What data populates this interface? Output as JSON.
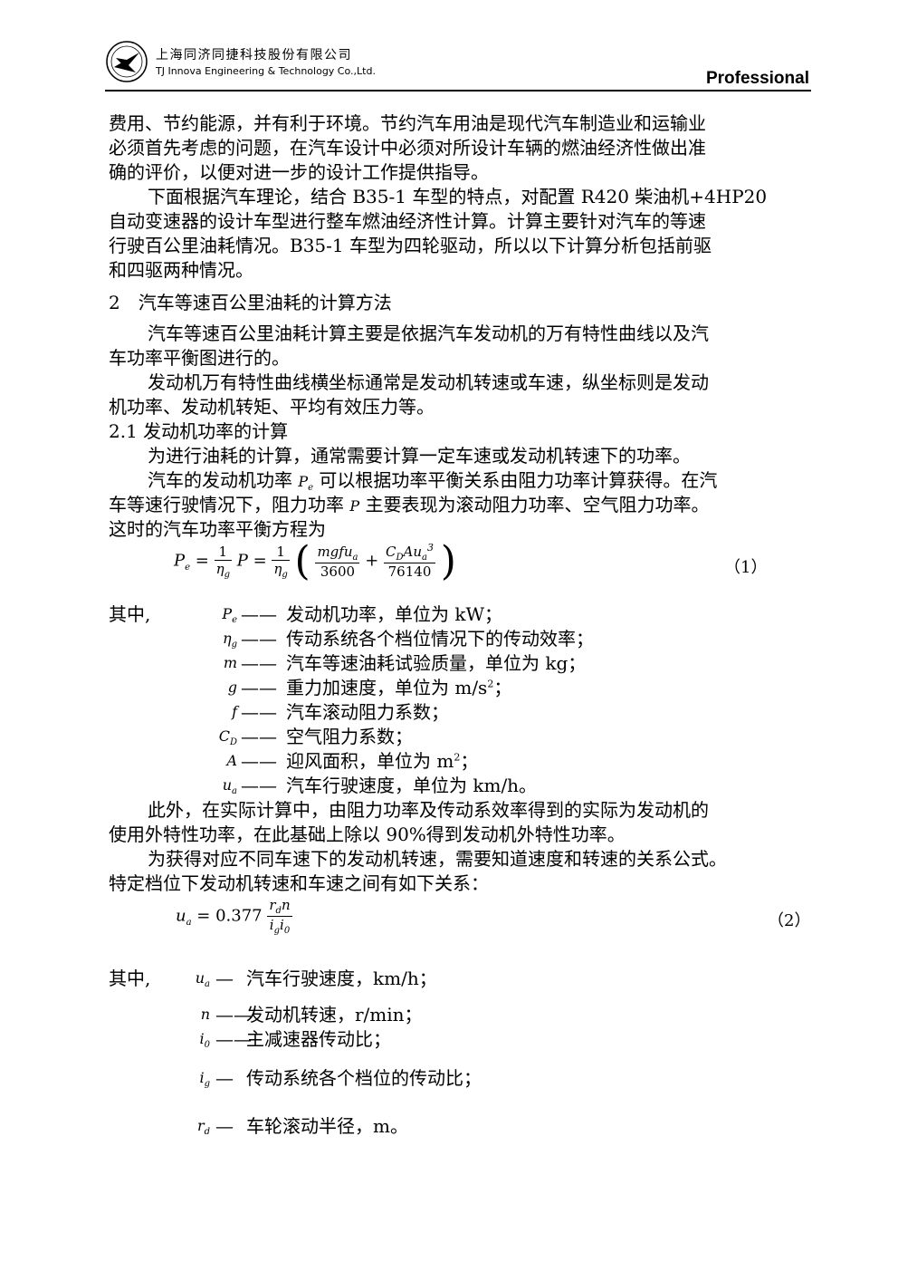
{
  "header": {
    "company_cn": "上海同济同捷科技股份有限公司",
    "company_en": "TJ Innova Engineering & Technology Co.,Ltd.",
    "tag": "Professional"
  },
  "paragraphs": {
    "p1_l1": "费用、节约能源，并有利于环境。节约汽车用油是现代汽车制造业和运输业",
    "p1_l2": "必须首先考虑的问题，在汽车设计中必须对所设计车辆的燃油经济性做出准",
    "p1_l3": "确的评价，以便对进一步的设计工作提供指导。",
    "p2_l1": "下面根据汽车理论，结合 B35-1 车型的特点，对配置 R420 柴油机+4HP20",
    "p2_l2": "自动变速器的设计车型进行整车燃油经济性计算。计算主要针对汽车的等速",
    "p2_l3": "行驶百公里油耗情况。B35-1 车型为四轮驱动，所以以下计算分析包括前驱",
    "p2_l4": "和四驱两种情况。",
    "h2": "2　汽车等速百公里油耗的计算方法",
    "p3_l1": "汽车等速百公里油耗计算主要是依据汽车发动机的万有特性曲线以及汽",
    "p3_l2": "车功率平衡图进行的。",
    "p4_l1": "发动机万有特性曲线横坐标通常是发动机转速或车速，纵坐标则是发动",
    "p4_l2": "机功率、发动机转矩、平均有效压力等。",
    "h21": "2.1 发动机功率的计算",
    "p5_l1": "为进行油耗的计算，通常需要计算一定车速或发动机转速下的功率。",
    "p6_l1a": "汽车的发动机功率",
    "p6_l1b": "可以根据功率平衡关系由阻力功率计算获得。在汽",
    "p6_l2a": "车等速行驶情况下，阻力功率",
    "p6_l2b": "主要表现为滚动阻力功率、空气阻力功率。",
    "p6_l3": "这时的汽车功率平衡方程为",
    "p7_l1": "此外，在实际计算中，由阻力功率及传动系效率得到的实际为发动机的",
    "p7_l2": "使用外特性功率，在此基础上除以 90%得到发动机外特性功率。",
    "p8_l1": "为获得对应不同车速下的发动机转速，需要知道速度和转速的关系公式。",
    "p8_l2": "特定档位下发动机转速和车速之间有如下关系："
  },
  "eq1": {
    "num": "（1）",
    "lhs": "P",
    "lhs_sub": "e",
    "one": "1",
    "eta": "η",
    "eta_sub": "g",
    "P": "P",
    "num1": "mgfu",
    "num1_sub": "a",
    "den1": "3600",
    "num2": "C",
    "num2_sub": "D",
    "num2_b": "Au",
    "num2_sub2": "a",
    "num2_sup": "3",
    "den2": "76140"
  },
  "eq2": {
    "num": "（2）",
    "lhs": "u",
    "lhs_sub": "a",
    "coef": "= 0.377",
    "num_r": "r",
    "num_r_sub": "d",
    "num_n": "n",
    "den_i": "i",
    "den_i_sub": "g",
    "den_i0": "i",
    "den_i0_sub": "0"
  },
  "where1": {
    "label": "其中,",
    "items": [
      {
        "sym": "P",
        "sym_sub": "e",
        "dash": "——",
        "desc": "发动机功率，单位为 kW；"
      },
      {
        "sym": "η",
        "sym_sub": "g",
        "dash": "——",
        "desc": "传动系统各个档位情况下的传动效率；"
      },
      {
        "sym": "m",
        "sym_sub": "",
        "dash": "——",
        "desc": "汽车等速油耗试验质量，单位为 kg；"
      },
      {
        "sym": "g",
        "sym_sub": "",
        "dash": "——",
        "desc": "重力加速度，单位为 m/s",
        "sup": "2",
        "tail": "；"
      },
      {
        "sym": "f",
        "sym_sub": "",
        "dash": "——",
        "desc": "汽车滚动阻力系数；"
      },
      {
        "sym": "C",
        "sym_sub": "D",
        "dash": "——",
        "desc": "空气阻力系数；"
      },
      {
        "sym": "A",
        "sym_sub": "",
        "dash": "——",
        "desc": "迎风面积，单位为 m",
        "sup": "2",
        "tail": "；"
      },
      {
        "sym": "u",
        "sym_sub": "a",
        "dash": "——",
        "desc": "汽车行驶速度，单位为 km/h。"
      }
    ]
  },
  "where2": {
    "label": "其中,",
    "items": [
      {
        "sym": "u",
        "sym_sub": "a",
        "dash": "—",
        "desc": "汽车行驶速度，km/h；"
      },
      {
        "sym": "n",
        "sym_sub": "",
        "dash": "——",
        "desc": "发动机转速，r/min；"
      },
      {
        "sym": "i",
        "sym_sub": "0",
        "dash": "——",
        "desc": "主减速器传动比；"
      },
      {
        "sym": "i",
        "sym_sub": "g",
        "dash": "—",
        "desc": "传动系统各个档位的传动比；"
      },
      {
        "sym": "r",
        "sym_sub": "d",
        "dash": "—",
        "desc": "车轮滚动半径，m。"
      }
    ]
  }
}
